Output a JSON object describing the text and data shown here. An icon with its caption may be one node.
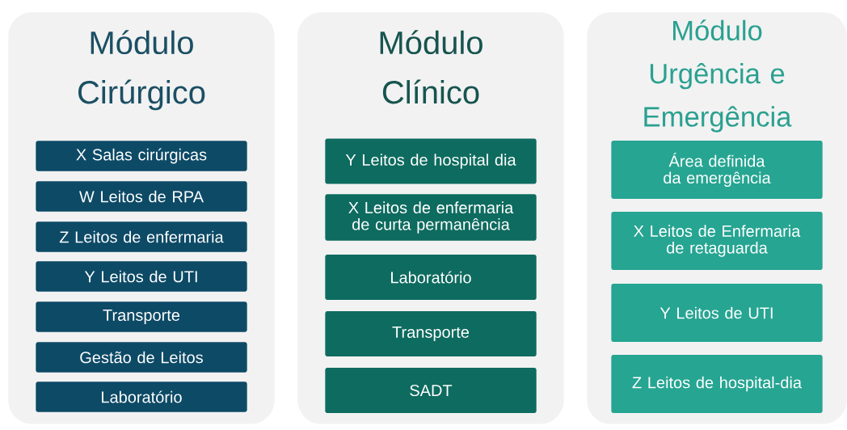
{
  "diagram": {
    "nodes": [
      {
        "text": [
          "Módulo Cirúrgico"
        ]
      },
      {
        "text": [
          "X Salas cirúrgicas"
        ],
        "in": 0
      },
      {
        "text": [
          "W Leitos de RPA"
        ],
        "in": 0
      },
      {
        "text": [
          "Z Leitos de enfermaria"
        ],
        "in": 0
      },
      {
        "text": [
          "Y Leitos de UTI"
        ],
        "in": 0
      },
      {
        "text": [
          "Transporte"
        ],
        "in": 0
      },
      {
        "text": [
          "Gestão de Leitos"
        ],
        "in": 0
      },
      {
        "text": [
          "Laboratório"
        ],
        "in": 0
      },
      {
        "text": [
          "Módulo Clínico"
        ]
      },
      {
        "text": [
          "Y Leitos de hospital dia"
        ],
        "in": 8
      },
      {
        "text": [
          "X Leitos de enfermaria de curta permanência"
        ],
        "in": 8
      },
      {
        "text": [
          "Laboratório"
        ],
        "in": 8
      },
      {
        "text": [
          "Transporte"
        ],
        "in": 8
      },
      {
        "text": [
          "SADT"
        ],
        "in": 8
      },
      {
        "text": [
          "Módulo Urgência e Emergência"
        ]
      },
      {
        "text": [
          "Área definida da emergência"
        ],
        "in": 14
      },
      {
        "text": [
          "X Leitos de Enfermaria de retaguarda"
        ],
        "in": 14
      },
      {
        "text": [
          "Y Leitos de UTI"
        ],
        "in": 14
      },
      {
        "text": [
          "Z Leitos de hospital-dia"
        ],
        "in": 14
      }
    ],
    "edges": []
  }
}
